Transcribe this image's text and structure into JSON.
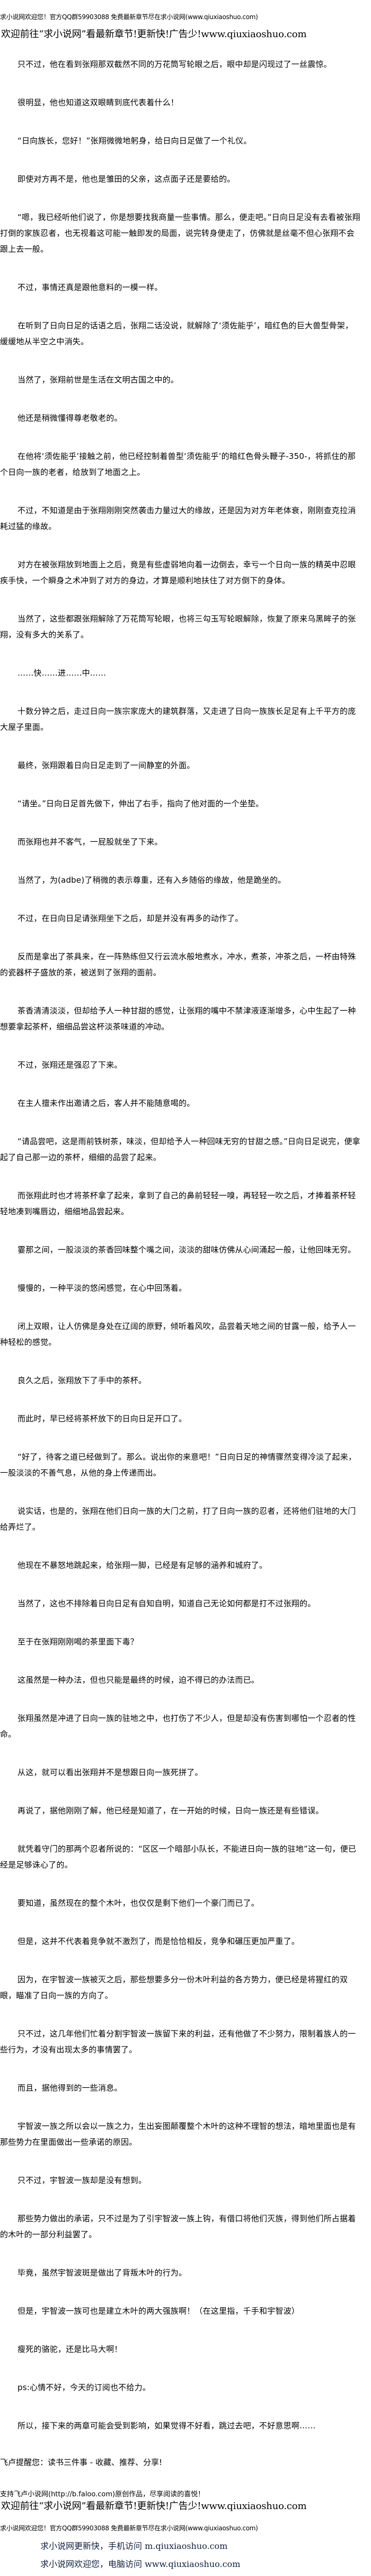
{
  "header": {
    "site_notice": "求小说网欢迎您！官方QQ群59903088 免费最新章节尽在求小说网(www.qiuxiaoshuo.com)",
    "banner": "欢迎前往“求小说网”看最新章节!更新快!广告少!www.qiuxiaoshuo.com"
  },
  "paragraphs": [
    "只不过，他在看到张翔那双截然不同的万花筒写轮眼之后，眼中却是闪现过了一丝震惊。",
    "很明显，他也知道这双眼睛到底代表着什么！",
    "“日向族长，您好！”张翔微微地躬身，给日向日足做了一个礼仪。",
    "即使对方再不是，他也是雏田的父亲，这点面子还是要给的。",
    "“嗯，我已经听他们说了，你是想要找我商量一些事情。那么，便走吧。”日向日足没有去看被张翔打倒的家族忍者，也无视着这可能一触即发的局面，说完转身便走了，仿佛就是丝毫不但心张翔不会跟上去一般。",
    "不过，事情还真是跟他意料的一模一样。",
    "在听到了日向日足的话语之后，张翔二话没说，就解除了‘须佐能乎’，暗红色的巨大兽型骨架，缓缓地从半空之中消失。",
    "当然了，张翔前世是生活在文明古国之中的。",
    "他还是稍微懂得尊老敬老的。",
    "在他将‘须佐能乎’接触之前，他已经控制着兽型‘须佐能乎’的暗红色骨头鞭子-350-，将抓住的那个日向一族的老者，给放到了地面之上。",
    "不过，不知道是由于张翔刚刚突然袭击力量过大的缘故，还是因为对方年老体衰，刚刚查克拉消耗过猛的缘故。",
    "对方在被张翔放到地面上之后，竟是有些虚弱地向着一边倒去，幸亏一个日向一族的精英中忍眼疾手快，一个瞬身之术冲到了对方的身边，才算是顺利地扶住了对方倒下的身体。",
    "当然了，这些都跟张翔解除了万花筒写轮眼，也将三勾玉写轮眼解除，恢复了原来乌黑眸子的张翔，没有多大的关系了。",
    "……快……进……中……",
    "十数分钟之后，走过日向一族宗家庞大的建筑群落，又走进了日向一族族长足足有上千平方的庞大屋子里面。",
    "最终，张翔跟着日向日足走到了一间静室的外面。",
    "“请坐。”日向日足首先做下，伸出了右手，指向了他对面的一个坐垫。",
    "而张翔也并不客气，一屁股就坐了下来。",
    "当然了，为(adbe)了稍微的表示尊重，还有入乡随俗的缘故，他是跪坐的。",
    "不过，在日向日足请张翔坐下之后，却是并没有再多的动作了。",
    "反而是拿出了茶具来，在一阵熟练但又行云流水般地煮水，冲水，煮茶，冲茶之后，一杯由特殊的瓷器杯子盛放的茶，被送到了张翔的面前。",
    "茶香清清淡淡，但却给予人一种甘甜的感觉，让张翔的嘴中不禁津液逐渐增多，心中生起了一种想要拿起茶杯，细细品尝这杯淡茶味道的冲动。",
    "不过，张翔还是强忍了下来。",
    "在主人擅未作出邀请之后，客人并不能随意喝的。",
    "“请品尝吧，这是雨前铁树茶，味淡，但却给予人一种回味无穷的甘甜之感。”日向日足说完，便拿起了自己那一边的茶杯，细细的品尝了起来。",
    "而张翔此时也才将茶杯拿了起来，拿到了自己的鼻前轻轻一嗅，再轻轻一吹之后，才捧着茶杯轻轻地凑到嘴唇边，细细地品尝起来。",
    "霎那之间，一股淡淡的茶香回味整个嘴之间，淡淡的甜味仿佛从心间涌起一般，让他回味无穷。",
    "慢慢的，一种平淡的悠闲感觉，在心中回荡着。",
    "闭上双眼，让人仿佛是身处在辽阔的原野，倾听着风吹，品尝着天地之间的甘露一般，给予人一种轻松的感觉。",
    "良久之后，张翔放下了手中的茶杯。",
    "而此时，早已经将茶杯放下的日向日足开口了。",
    "“好了，待客之道已经做到了。那么。说出你的来意吧！”日向日足的神情骤然变得冷淡了起来，一股淡淡的不善气息，从他的身上传递而出。",
    "说实话，也是的，张翔在他们日向一族的大门之前，打了日向一族的忍者，还将他们驻地的大门给弄烂了。",
    "他现在不暴怒地跳起来，给张翔一脚，已经是有足够的涵养和城府了。",
    "当然了，这也不排除着日向日足有自知自明，知道自己无论如何都是打不过张翔的。",
    "至于在张翔刚刚喝的茶里面下毒？",
    "这虽然是一种办法，但也只能是最终的时候，迫不得已的办法而已。",
    "张翔虽然是冲进了日向一族的驻地之中，也打伤了不少人，但是却没有伤害到哪怕一个忍者的性命。",
    "从这，就可以看出张翔并不是想跟日向一族死拼了。",
    "再说了，据他刚刚了解，他已经是知道了，在一开始的时候，日向一族还是有些错误。",
    "就凭着守门的那两个忍者所说的：“区区一个暗部小队长，不能进日向一族的驻地”这一句，便已经是足够诛心了的。",
    "要知道，虽然现在的整个木叶，也仅仅是剩下他们一个豪门而已了。",
    "但是，这并不代表着竞争就不激烈了，而是恰恰相反，竞争和碾压更加严重了。",
    "因为，在宇智波一族被灭之后，那些想要多分一份木叶利益的各方势力，便已经是将猩红的双眼，瞄准了日向一族的方向了。",
    "只不过，这几年他们忙着分割宇智波一族留下来的利益，还有他做了不少努力，限制着族人的一些行为，才没有出现太多的事情罢了。",
    "而且，据他得到的一些消息。",
    "宇智波一族之所以会以一族之力，生出妄图颠覆整个木叶的这种不理智的想法，暗地里面也是有那些势力在里面做出一些承诺的原因。",
    "只不过，宇智波一族却是没有想到。",
    "那些势力做出的承诺，只不过是为了引宇智波一族上钩，有借口将他们灭族，得到他们所占据着的木叶的一部分利益罢了。",
    "毕竟，虽然宇智波斑是做出了背叛木叶的行为。",
    "但是，宇智波一族可也是建立木叶的两大强族啊！（在这里指，千手和宇智波）",
    "瘦死的骆驼，还是比马大啊！",
    "ps:心情不好，今天的订阅也不给力。",
    "所以，接下来的两章可能会受到影响，如果觉得不好看，跳过去吧，不好意思啊……"
  ],
  "footer": {
    "remind": "飞卢提醒您：读书三件事 - 收藏、推荐、分享!",
    "support": "支持飞卢小说网(http://b.faloo.com)原创作品，尽享阅读的喜悦！",
    "banner": "欢迎前往“求小说网”看最新章节!更新快!广告少!www.qiuxiaoshuo.com",
    "site_notice": "求小说网欢迎您！官方QQ群59903088 免费最新章节尽在求小说网(www.qiuxiaoshuo.com)",
    "mobile_visit": "求小说网更新快，手机访问 m.qiuxiaoshuo.com",
    "pc_visit": "求小说网欢迎您，电脑访问 www.qiuxiaoshuo.com"
  },
  "colors": {
    "text": "#000000",
    "visit_text": "#102040",
    "background": "#ffffff"
  }
}
